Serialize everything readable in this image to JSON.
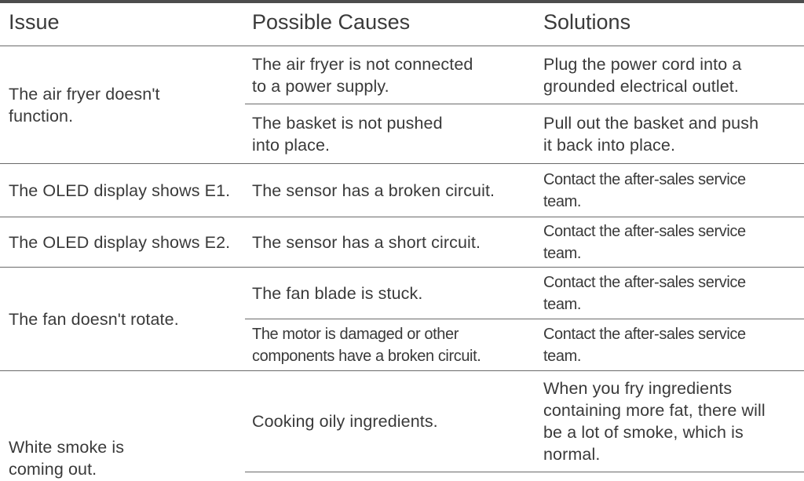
{
  "headers": {
    "issue": "Issue",
    "causes": "Possible Causes",
    "solutions": "Solutions"
  },
  "rows": [
    {
      "issue": "The air fryer doesn't\nfunction.",
      "causes": [
        {
          "cause": "The air fryer is not connected\nto a power supply.",
          "solution": "Plug the power cord into a\ngrounded electrical outlet."
        },
        {
          "cause": "The basket is not pushed\ninto place.",
          "solution": "Pull out the basket and push\nit back into place."
        }
      ]
    },
    {
      "issue": "The OLED display shows E1.",
      "causes": [
        {
          "cause": "The sensor has a broken circuit.",
          "solution": "Contact the after-sales service\nteam."
        }
      ]
    },
    {
      "issue": "The OLED display shows E2.",
      "causes": [
        {
          "cause": "The sensor has a short circuit.",
          "solution": "Contact the after-sales service\nteam."
        }
      ]
    },
    {
      "issue": "The fan doesn't rotate.",
      "causes": [
        {
          "cause": "The fan blade is stuck.",
          "solution": "Contact the after-sales service\nteam."
        },
        {
          "cause": "The motor is damaged or other\ncomponents have a broken circuit.",
          "solution": "Contact the after-sales service\nteam."
        }
      ]
    },
    {
      "issue": "White smoke is\ncoming out.",
      "causes": [
        {
          "cause": "Cooking oily ingredients.",
          "solution": "When you fry ingredients\ncontaining more fat, there will\nbe a lot of smoke, which is\nnormal."
        }
      ]
    }
  ]
}
